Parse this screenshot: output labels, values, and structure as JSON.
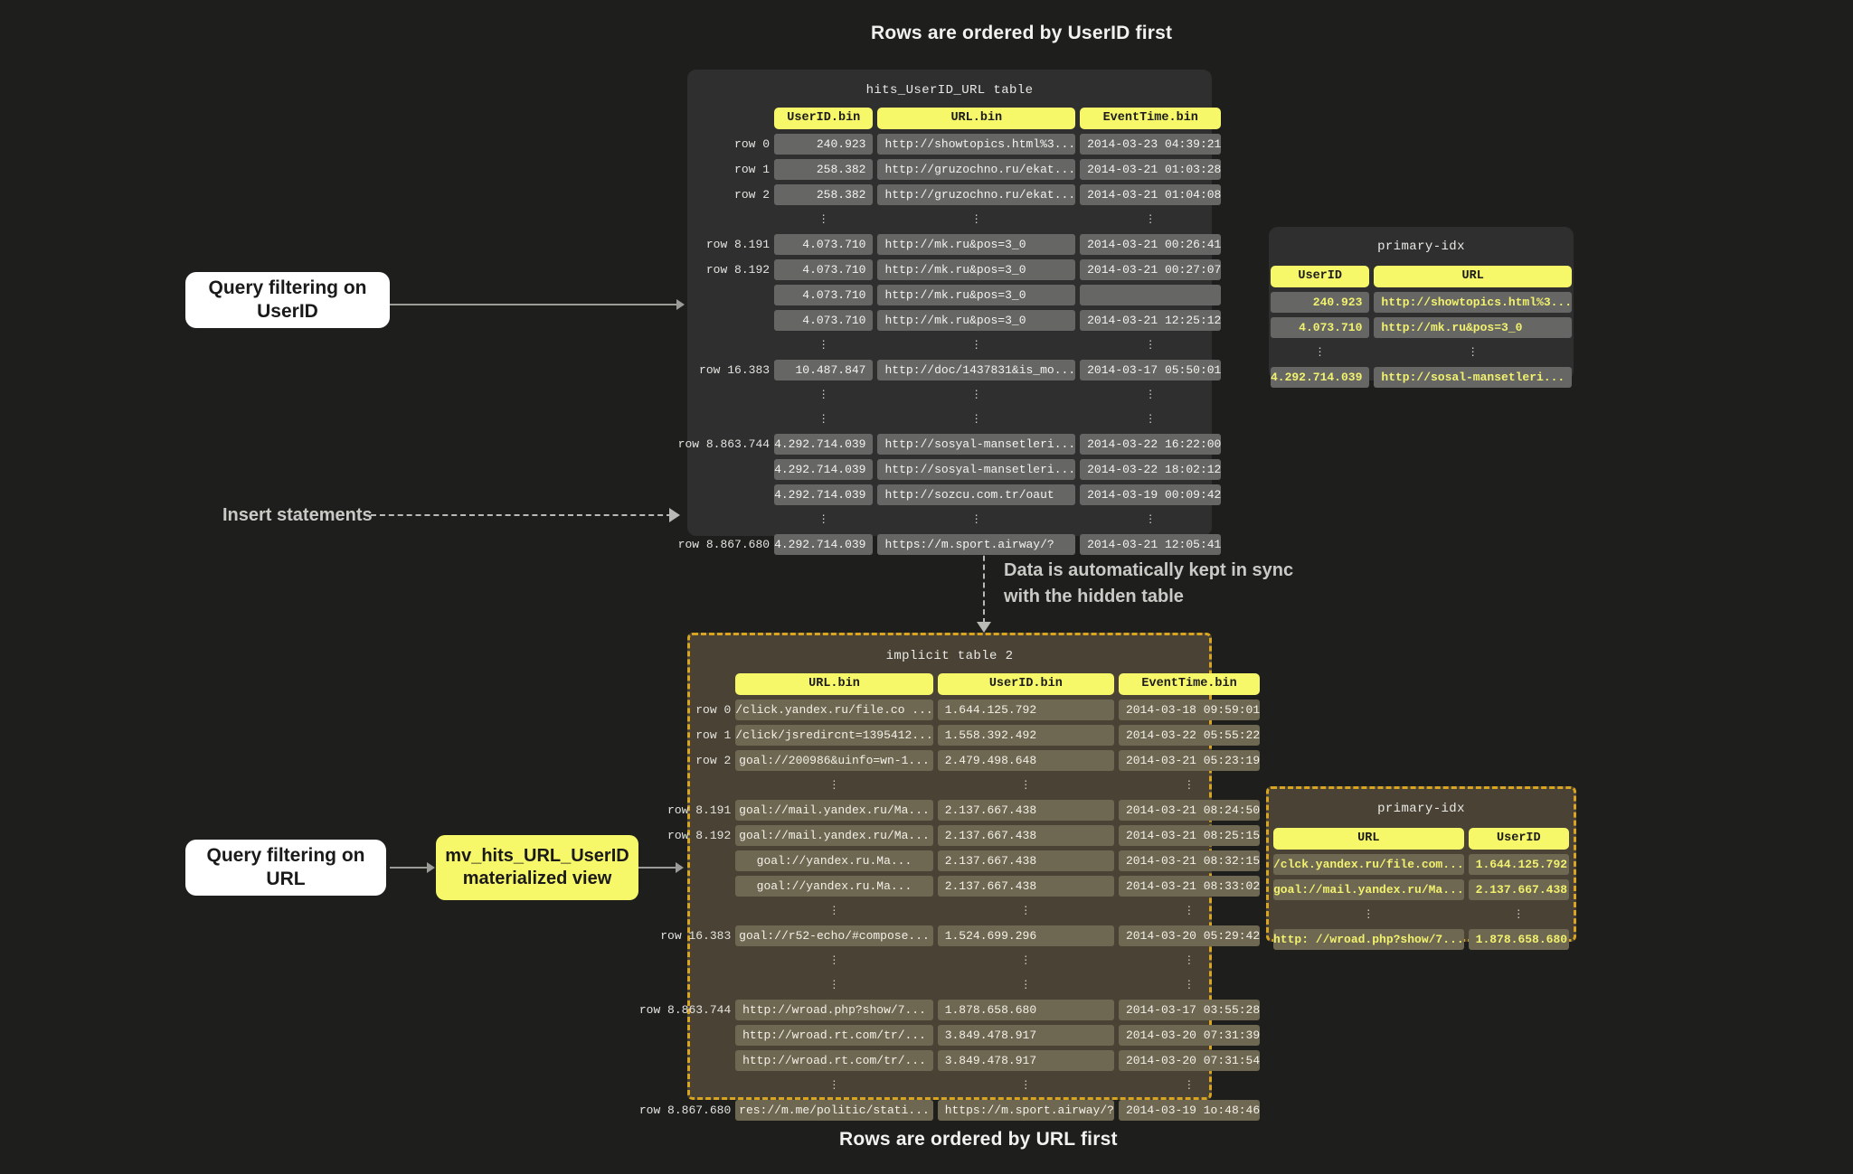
{
  "captions": {
    "top": "Rows are ordered by UserID first",
    "bottom": "Rows are ordered by URL first"
  },
  "callouts": {
    "query_userid": "Query filtering on UserID",
    "query_url": "Query filtering on URL",
    "materialized_view": "mv_hits_URL_UserID materialized view",
    "insert_statements": "Insert statements",
    "sync_note_line1": "Data is automatically kept in sync",
    "sync_note_line2": "with the hidden table"
  },
  "colors": {
    "background": "#1e1f1c",
    "accent_yellow": "#f7f76a",
    "panel_dark": "#2f2f2f",
    "cell_dark": "#666664",
    "panel_olive": "#4a4335",
    "cell_olive": "#6e6752",
    "dashed_border": "#d9a520",
    "idx_value_text": "#f2f26e"
  },
  "hits_table": {
    "title": "hits_UserID_URL table",
    "columns": [
      "UserID.bin",
      "URL.bin",
      "EventTime.bin"
    ],
    "rows": [
      {
        "label": "row 0",
        "type": "data",
        "cells": [
          "240.923",
          "http://showtopics.html%3...",
          "2014-03-23 04:39:21"
        ]
      },
      {
        "label": "row 1",
        "type": "data",
        "cells": [
          "258.382",
          "http://gruzochno.ru/ekat...",
          "2014-03-21 01:03:28"
        ]
      },
      {
        "label": "row 2",
        "type": "data",
        "cells": [
          "258.382",
          "http://gruzochno.ru/ekat...",
          "2014-03-21 01:04:08"
        ]
      },
      {
        "label": "",
        "type": "ellipsis"
      },
      {
        "label": "row 8.191",
        "type": "data",
        "cells": [
          "4.073.710",
          "http://mk.ru&pos=3_0",
          "2014-03-21 00:26:41"
        ]
      },
      {
        "label": "row 8.192",
        "type": "data",
        "cells": [
          "4.073.710",
          "http://mk.ru&pos=3_0",
          "2014-03-21 00:27:07"
        ]
      },
      {
        "label": "",
        "type": "data",
        "cells": [
          "4.073.710",
          "http://mk.ru&pos=3_0",
          ""
        ]
      },
      {
        "label": "",
        "type": "data",
        "cells": [
          "4.073.710",
          "http://mk.ru&pos=3_0",
          "2014-03-21 12:25:12"
        ]
      },
      {
        "label": "",
        "type": "ellipsis"
      },
      {
        "label": "row 16.383",
        "type": "data",
        "cells": [
          "10.487.847",
          "http://doc/1437831&is_mo...",
          "2014-03-17 05:50:01"
        ]
      },
      {
        "label": "",
        "type": "ellipsis"
      },
      {
        "label": "",
        "type": "ellipsis"
      },
      {
        "label": "row 8.863.744",
        "type": "data",
        "cells": [
          "4.292.714.039",
          "http://sosyal-mansetleri...",
          "2014-03-22 16:22:00"
        ]
      },
      {
        "label": "",
        "type": "data",
        "cells": [
          "4.292.714.039",
          "http://sosyal-mansetleri...",
          "2014-03-22 18:02:12"
        ]
      },
      {
        "label": "",
        "type": "data",
        "cells": [
          "4.292.714.039",
          "http://sozcu.com.tr/oaut",
          "2014-03-19 00:09:42"
        ]
      },
      {
        "label": "",
        "type": "ellipsis"
      },
      {
        "label": "row 8.867.680",
        "type": "data",
        "cells": [
          "4.292.714.039",
          "https://m.sport.airway/?",
          "2014-03-21 12:05:41"
        ]
      }
    ]
  },
  "implicit_table": {
    "title": "implicit table 2",
    "columns": [
      "URL.bin",
      "UserID.bin",
      "EventTime.bin"
    ],
    "rows": [
      {
        "label": "row 0",
        "type": "data",
        "cells": [
          "/click.yandex.ru/file.co ...",
          "1.644.125.792",
          "2014-03-18 09:59:01"
        ]
      },
      {
        "label": "row 1",
        "type": "data",
        "cells": [
          "/click/jsredircnt=1395412...",
          "1.558.392.492",
          "2014-03-22 05:55:22"
        ]
      },
      {
        "label": "row 2",
        "type": "data",
        "cells": [
          "goal://200986&uinfo=wn-1...",
          "2.479.498.648",
          "2014-03-21 05:23:19"
        ]
      },
      {
        "label": "",
        "type": "ellipsis"
      },
      {
        "label": "row 8.191",
        "type": "data",
        "cells": [
          "goal://mail.yandex.ru/Ma...",
          "2.137.667.438",
          "2014-03-21 08:24:50"
        ]
      },
      {
        "label": "row 8.192",
        "type": "data",
        "cells": [
          "goal://mail.yandex.ru/Ma...",
          "2.137.667.438",
          "2014-03-21 08:25:15"
        ]
      },
      {
        "label": "",
        "type": "data",
        "cells": [
          "goal://yandex.ru.Ma...",
          "2.137.667.438",
          "2014-03-21 08:32:15"
        ]
      },
      {
        "label": "",
        "type": "data",
        "cells": [
          "goal://yandex.ru.Ma...",
          "2.137.667.438",
          "2014-03-21 08:33:02"
        ]
      },
      {
        "label": "",
        "type": "ellipsis"
      },
      {
        "label": "row 16.383",
        "type": "data",
        "cells": [
          "goal://r52-echo/#compose...",
          "1.524.699.296",
          "2014-03-20 05:29:42"
        ]
      },
      {
        "label": "",
        "type": "ellipsis"
      },
      {
        "label": "",
        "type": "ellipsis"
      },
      {
        "label": "row 8.863.744",
        "type": "data",
        "cells": [
          "http://wroad.php?show/7...",
          "1.878.658.680",
          "2014-03-17 03:55:28"
        ]
      },
      {
        "label": "",
        "type": "data",
        "cells": [
          "http://wroad.rt.com/tr/...",
          "3.849.478.917",
          "2014-03-20 07:31:39"
        ]
      },
      {
        "label": "",
        "type": "data",
        "cells": [
          "http://wroad.rt.com/tr/...",
          "3.849.478.917",
          "2014-03-20 07:31:54"
        ]
      },
      {
        "label": "",
        "type": "ellipsis"
      },
      {
        "label": "row 8.867.680",
        "type": "data",
        "cells": [
          "res://m.me/politic/stati...",
          "https://m.sport.airway/?",
          "2014-03-19 1o:48:46"
        ]
      }
    ]
  },
  "idx_top": {
    "title": "primary-idx",
    "columns": [
      "UserID",
      "URL"
    ],
    "rows": [
      {
        "type": "data",
        "cells": [
          "240.923",
          "http://showtopics.html%3..."
        ]
      },
      {
        "type": "data",
        "cells": [
          "4.073.710",
          "http://mk.ru&pos=3_0"
        ]
      },
      {
        "type": "ellipsis"
      },
      {
        "type": "data",
        "cells": [
          "4.292.714.039",
          "http://sosal-mansetleri..."
        ]
      }
    ]
  },
  "idx_bottom": {
    "title": "primary-idx",
    "columns": [
      "URL",
      "UserID"
    ],
    "rows": [
      {
        "type": "data",
        "cells": [
          "/clck.yandex.ru/file.com...",
          "1.644.125.792"
        ]
      },
      {
        "type": "data",
        "cells": [
          "goal://mail.yandex.ru/Ma...",
          "2.137.667.438"
        ]
      },
      {
        "type": "ellipsis"
      },
      {
        "type": "data",
        "cells": [
          "http: //wroad.php?show/7...",
          "1.878.658.680"
        ]
      }
    ]
  }
}
